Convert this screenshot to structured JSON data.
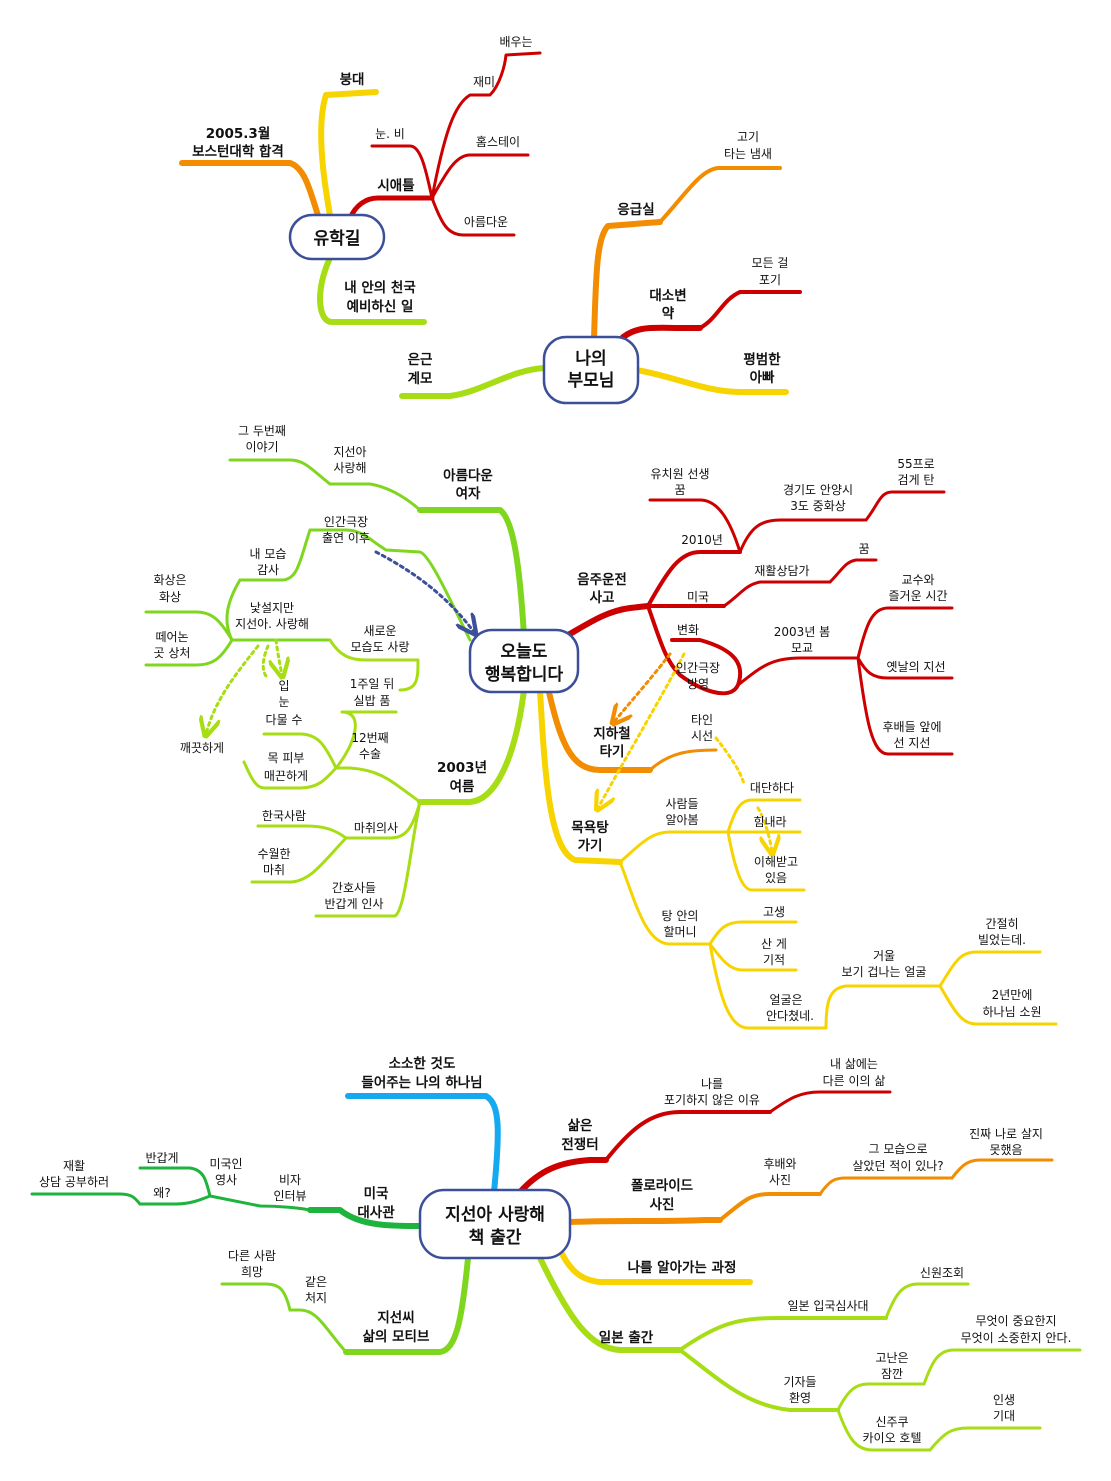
{
  "colors": {
    "red": "#cc0000",
    "orange": "#f28c00",
    "yellow": "#f7d400",
    "lime": "#a6dd14",
    "green": "#7fd61f",
    "blue": "#15aaf0",
    "darkgreen": "#1db33c",
    "root_border": "#3c4f99",
    "arrow_blue": "#3c4f99"
  },
  "map1": {
    "root": "유학길",
    "n_daebong": "붕대",
    "n_2005": [
      "2005.3월",
      "보스턴대학 합격"
    ],
    "n_seattle": "시애틀",
    "l_bae": "배우는",
    "l_jaemi": "재미",
    "l_nunbi": "눈. 비",
    "l_home": "홈스테이",
    "l_areum": "아름다운",
    "n_heaven": [
      "내 안의 천국",
      "예비하신 일"
    ]
  },
  "map2": {
    "root": [
      "나의",
      "부모님"
    ],
    "n_er": "응급실",
    "l_meat": [
      "고기",
      "타는 냄새"
    ],
    "n_bowel": [
      "대소변",
      "약"
    ],
    "l_give": [
      "모든 걸",
      "포기"
    ],
    "n_dad": [
      "평범한",
      "아빠"
    ],
    "n_gye": [
      "은근",
      "계모"
    ]
  },
  "map3": {
    "root": [
      "오늘도",
      "행복합니다"
    ],
    "n_beauty": [
      "아름다운",
      "여자"
    ],
    "l_jisun": [
      "지선아",
      "사랑해"
    ],
    "l_second": [
      "그 두번째",
      "이야기"
    ],
    "n_accident": [
      "음주운전",
      "사고"
    ],
    "l_kinder": [
      "유치원 선생",
      "꿈"
    ],
    "l_2010": "2010년",
    "l_gyeonggi": [
      "경기도 안양시",
      "3도 중화상"
    ],
    "l_55": [
      "55프로",
      "검게 탄"
    ],
    "l_usa": "미국",
    "l_counsel": "재활상담가",
    "l_dream": "꿈",
    "l_change": "변화",
    "l_2003spring": [
      "2003년 봄",
      "모교"
    ],
    "l_prof": [
      "교수와",
      "즐거운 시간"
    ],
    "l_oldgaze": "옛날의 지선",
    "l_junior": [
      "후배들 앞에",
      "선 지선"
    ],
    "l_theater": [
      "인간극장",
      "방영"
    ],
    "n_subway": [
      "지하철",
      "타기"
    ],
    "l_others": [
      "타인",
      "시선"
    ],
    "n_bath": [
      "목욕탕",
      "가기"
    ],
    "l_recognize": [
      "사람들",
      "알아봄"
    ],
    "l_great": "대단하다",
    "l_cheer": "힘내라",
    "l_understood": [
      "이해받고",
      "있음"
    ],
    "l_grandma": [
      "탕 안의",
      "할머니"
    ],
    "l_hard": "고생",
    "l_miracle": [
      "산 게",
      "기적"
    ],
    "l_mirror": [
      "거울",
      "보기 겁나는 얼굴"
    ],
    "l_pray": [
      "간절히",
      "빌었는데."
    ],
    "l_twoyears": [
      "2년만에",
      "하나님 소원"
    ],
    "l_face": [
      "얼굴은",
      "안다쳤네."
    ],
    "n_summer": [
      "2003년",
      "여름"
    ],
    "l_theater_after": [
      "인간극장",
      "출연 이후"
    ],
    "l_thanks": [
      "내 모습",
      "감사"
    ],
    "l_burn": [
      "화상은",
      "화상"
    ],
    "l_strange": [
      "낯설지만",
      "지선아. 사랑해"
    ],
    "l_scar": [
      "떼어논",
      "곳 상처"
    ],
    "l_newme": [
      "새로운",
      "모습도 사랑"
    ],
    "l_mouth": [
      "입",
      "눈",
      "다물 수"
    ],
    "l_week": [
      "1주일 뒤",
      "실밥 품"
    ],
    "l_clean": "깨끗하게",
    "l_12": [
      "12번째",
      "수술"
    ],
    "l_neck": [
      "목 피부",
      "매끈하게"
    ],
    "l_korean": "한국사람",
    "l_anesthesiologist": "마취의사",
    "l_anesthesia": [
      "수월한",
      "마취"
    ],
    "l_nurses": [
      "간호사들",
      "반갑게 인사"
    ]
  },
  "map4": {
    "root": [
      "지선아 사랑해",
      "책 출간"
    ],
    "n_small": [
      "소소한 것도",
      "들어주는 나의 하나님"
    ],
    "n_battle": [
      "삶은",
      "전쟁터"
    ],
    "l_reason": [
      "나를",
      "포기하지 않은 이유"
    ],
    "l_other": [
      "내 삶에는",
      "다른 이의 삶"
    ],
    "n_polaroid": [
      "폴로라이드",
      "사진"
    ],
    "l_photo": [
      "후배와",
      "사진"
    ],
    "l_lived": [
      "그 모습으로",
      "살았던 적이 있나?"
    ],
    "l_real": [
      "진짜 나로 살지",
      "못했음"
    ],
    "n_process": "나를 알아가는 과정",
    "n_japan": "일본 출간",
    "l_immig": "일본 입국심사대",
    "l_credit": "신원조회",
    "l_reporters": [
      "기자들",
      "환영"
    ],
    "l_hard": [
      "고난은",
      "잠깐"
    ],
    "l_matter": [
      "무엇이 중요한지",
      "무엇이 소중한지 안다."
    ],
    "l_hotel": [
      "신주쿠",
      "카이오 호텔"
    ],
    "l_life": [
      "인생",
      "기대"
    ],
    "n_embassy": [
      "미국",
      "대사관"
    ],
    "l_visa": [
      "비자",
      "인터뷰"
    ],
    "l_usvisa": [
      "미국인",
      "영사"
    ],
    "l_glad": "반갑게",
    "l_why": "왜?",
    "l_rehab": [
      "재활",
      "상담 공부하러"
    ],
    "n_motive": [
      "지선씨",
      "삶의 모티브"
    ],
    "l_same": [
      "같은",
      "처지"
    ],
    "l_hope": [
      "다른 사람",
      "희망"
    ]
  }
}
